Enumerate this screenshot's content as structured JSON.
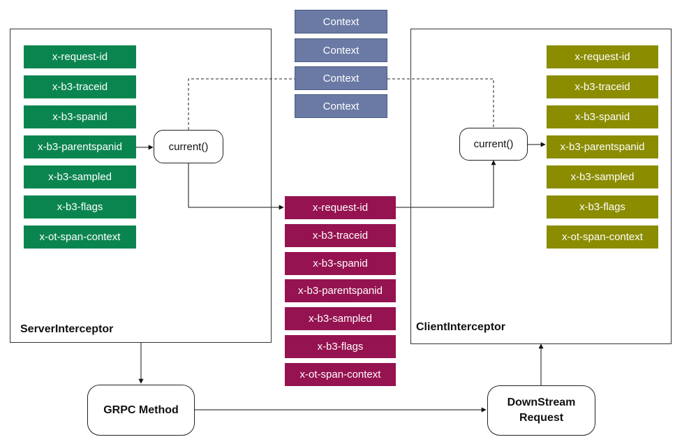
{
  "colors": {
    "server_header": "#0b8550",
    "client_header": "#8b8c00",
    "wire_header": "#951350",
    "context": "#6a7aa5"
  },
  "server": {
    "title": "ServerInterceptor",
    "headers": [
      "x-request-id",
      "x-b3-traceid",
      "x-b3-spanid",
      "x-b3-parentspanid",
      "x-b3-sampled",
      "x-b3-flags",
      "x-ot-span-context"
    ],
    "current_label": "current()"
  },
  "client": {
    "title": "ClientInterceptor",
    "headers": [
      "x-request-id",
      "x-b3-traceid",
      "x-b3-spanid",
      "x-b3-parentspanid",
      "x-b3-sampled",
      "x-b3-flags",
      "x-ot-span-context"
    ],
    "current_label": "current()"
  },
  "contexts": [
    "Context",
    "Context",
    "Context",
    "Context"
  ],
  "wire": {
    "headers": [
      "x-request-id",
      "x-b3-traceid",
      "x-b3-spanid",
      "x-b3-parentspanid",
      "x-b3-sampled",
      "x-b3-flags",
      "x-ot-span-context"
    ]
  },
  "grpc_method": {
    "label": "GRPC Method"
  },
  "downstream": {
    "line1": "DownStream",
    "line2": "Request"
  }
}
